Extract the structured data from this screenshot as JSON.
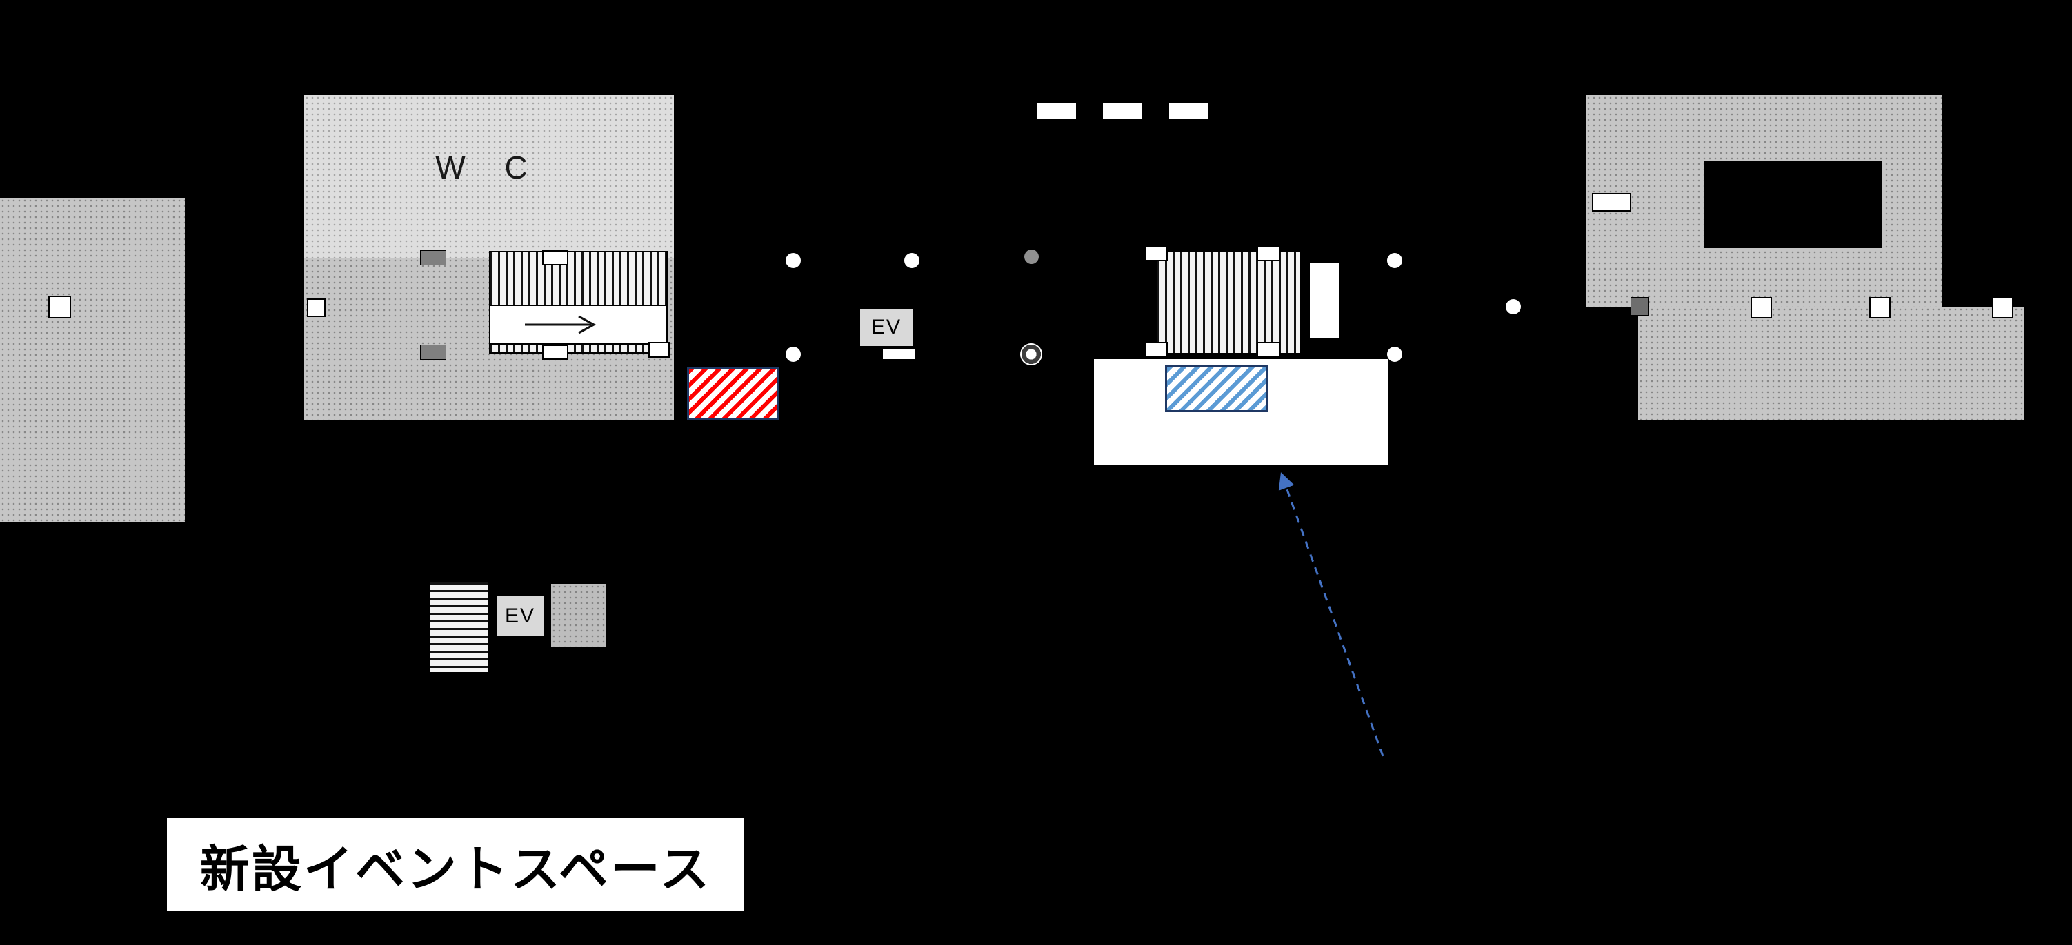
{
  "labels": {
    "wc": "W C",
    "ev_upper": "EV",
    "ev_lower": "EV",
    "event_space": "新設イベントスペース"
  },
  "colors": {
    "background": "#000000",
    "floor_gray": "#c6c6c6",
    "floor_light_gray": "#dedede",
    "red_hatch": "#ff0000",
    "blue_hatch": "#5b9bd5",
    "hatch_border": "#1f3864",
    "pointer_arrow": "#4472c4"
  }
}
